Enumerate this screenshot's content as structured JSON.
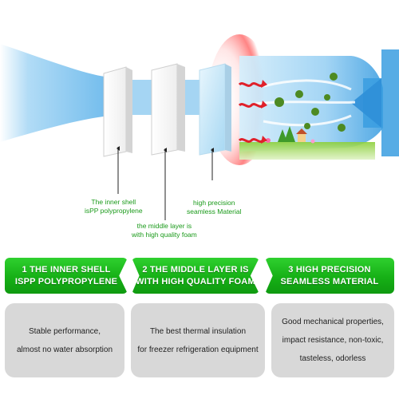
{
  "callouts": {
    "inner_line1": "The inner shell",
    "inner_line2": "isPP polypropylene",
    "middle_line1": "the middle layer is",
    "middle_line2": "with high quality foam",
    "precision_line1": "high precision",
    "precision_line2": "seamless Material"
  },
  "banners": [
    {
      "line1": "1  THE INNER SHELL",
      "line2": "ISPP POLYPROPYLENE"
    },
    {
      "line1": "2 THE MIDDLE LAYER IS",
      "line2": "WITH HIGH QUALITY FOAM"
    },
    {
      "line1": "3  HIGH PRECISION",
      "line2": "SEAMLESS MATERIAL"
    }
  ],
  "cards": [
    {
      "line1": "Stable performance,",
      "line2": "almost no water absorption"
    },
    {
      "line1": "The best thermal insulation",
      "line2": "for freezer refrigeration equipment"
    },
    {
      "line1": "Good mechanical properties,",
      "line2": "impact resistance, non-toxic,",
      "line3": "tasteless, odorless"
    }
  ],
  "colors": {
    "accent_green": "#16b016",
    "callout_green": "#1a9a1a",
    "card_gray": "#d8d8d8",
    "airflow_blue": "#7fc4ee",
    "heat_red": "#e0202a"
  }
}
